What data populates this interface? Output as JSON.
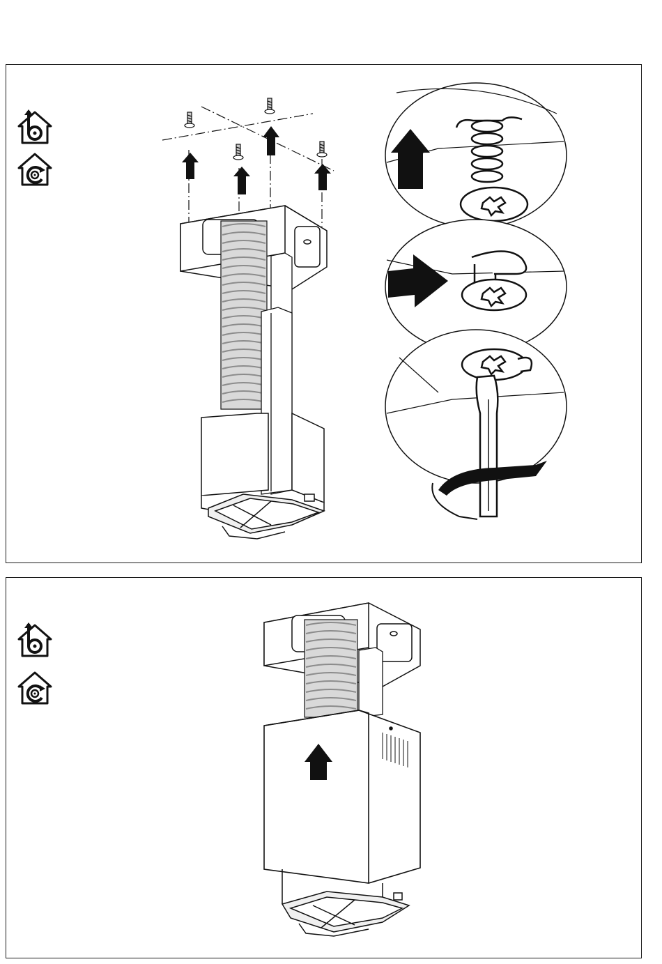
{
  "document": {
    "page_width_note": "",
    "panels": [
      {
        "id": "step-remove-screws",
        "mode_icons": [
          "duct-out-mode-icon",
          "recirculation-mode-icon"
        ],
        "detail_callouts": [
          "screw-lift-detail",
          "screw-slide-detail",
          "screwdriver-turn-detail"
        ]
      },
      {
        "id": "step-raise-cover",
        "mode_icons": [
          "duct-out-mode-icon",
          "recirculation-mode-icon"
        ]
      }
    ]
  },
  "colors": {
    "line": "#1a1a1a",
    "duct_fill": "#d9d9d9",
    "duct_ribs": "#9a9a9a",
    "arrow": "#111111",
    "background": "#ffffff"
  }
}
